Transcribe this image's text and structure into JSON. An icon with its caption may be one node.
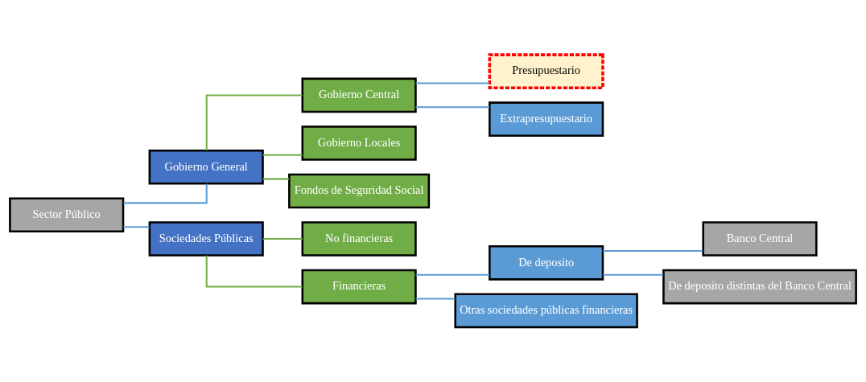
{
  "diagram": {
    "nodes": [
      {
        "text": [
          "Sector Público"
        ]
      },
      {
        "text": [
          "Gobierno General"
        ]
      },
      {
        "text": [
          "Sociedades Públicas"
        ]
      },
      {
        "text": [
          "Gobierno Central"
        ]
      },
      {
        "text": [
          "Gobierno Locales"
        ]
      },
      {
        "text": [
          "Fondos de Seguridad Social"
        ]
      },
      {
        "text": [
          "No financieras"
        ]
      },
      {
        "text": [
          "Financieras"
        ]
      },
      {
        "text": [
          "Presupuestario"
        ]
      },
      {
        "text": [
          "Extrapresupuestario"
        ]
      },
      {
        "text": [
          "De deposito"
        ]
      },
      {
        "text": [
          "Otras sociedades públicas financieras"
        ]
      },
      {
        "text": [
          "Banco Central"
        ]
      },
      {
        "text": [
          "De deposito distintas del Banco Central"
        ]
      }
    ],
    "edges": [
      {
        "from": 0,
        "to": 1,
        "arrow": "none"
      },
      {
        "from": 0,
        "to": 2,
        "arrow": "none"
      },
      {
        "from": 1,
        "to": 3,
        "arrow": "none",
        "color": "#70ad47"
      },
      {
        "from": 1,
        "to": 4,
        "arrow": "none",
        "color": "#70ad47"
      },
      {
        "from": 1,
        "to": 5,
        "arrow": "none",
        "color": "#70ad47"
      },
      {
        "from": 2,
        "to": 6,
        "arrow": "none",
        "color": "#70ad47"
      },
      {
        "from": 2,
        "to": 7,
        "arrow": "none",
        "color": "#70ad47"
      },
      {
        "from": 3,
        "to": 8,
        "arrow": "none"
      },
      {
        "from": 3,
        "to": 9,
        "arrow": "none"
      },
      {
        "from": 7,
        "to": 10,
        "arrow": "none"
      },
      {
        "from": 7,
        "to": 11,
        "arrow": "none"
      },
      {
        "from": 10,
        "to": 12,
        "arrow": "none"
      },
      {
        "from": 10,
        "to": 13,
        "arrow": "none"
      }
    ]
  }
}
